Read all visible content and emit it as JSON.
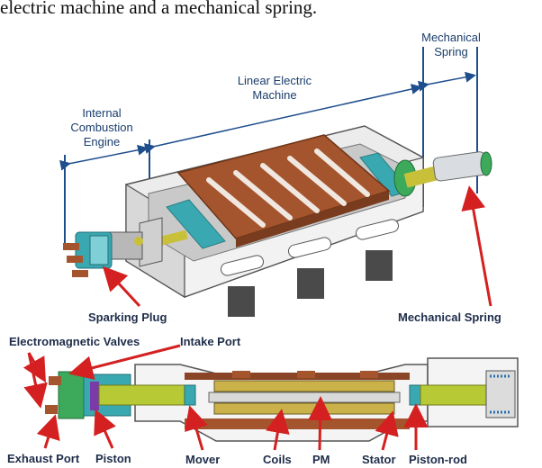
{
  "caption": "electric machine and a mechanical spring.",
  "top_view": {
    "labels": {
      "mechanical_spring_line1": "Mechanical",
      "mechanical_spring_line2": "Spring",
      "linear_machine_line1": "Linear Electric",
      "linear_machine_line2": "Machine",
      "ice_line1": "Internal",
      "ice_line2": "Combustion",
      "ice_line3": "Engine",
      "sparking_plug": "Sparking Plug",
      "mechanical_spring_callout": "Mechanical Spring"
    }
  },
  "section_view": {
    "labels": {
      "electromagnetic_valves": "Electromagnetic Valves",
      "intake_port": "Intake Port",
      "exhaust_port": "Exhaust Port",
      "piston": "Piston",
      "mover": "Mover",
      "coils": "Coils",
      "pm": "PM",
      "stator": "Stator",
      "piston_rod": "Piston-rod"
    }
  },
  "colors": {
    "dimension_line": "#1f4e8c",
    "callout_arrow": "#d42020",
    "copper": "#a4552e",
    "teal": "#3aa8b0",
    "yellow_green": "#b7c934",
    "frame": "#e8e8e8"
  }
}
